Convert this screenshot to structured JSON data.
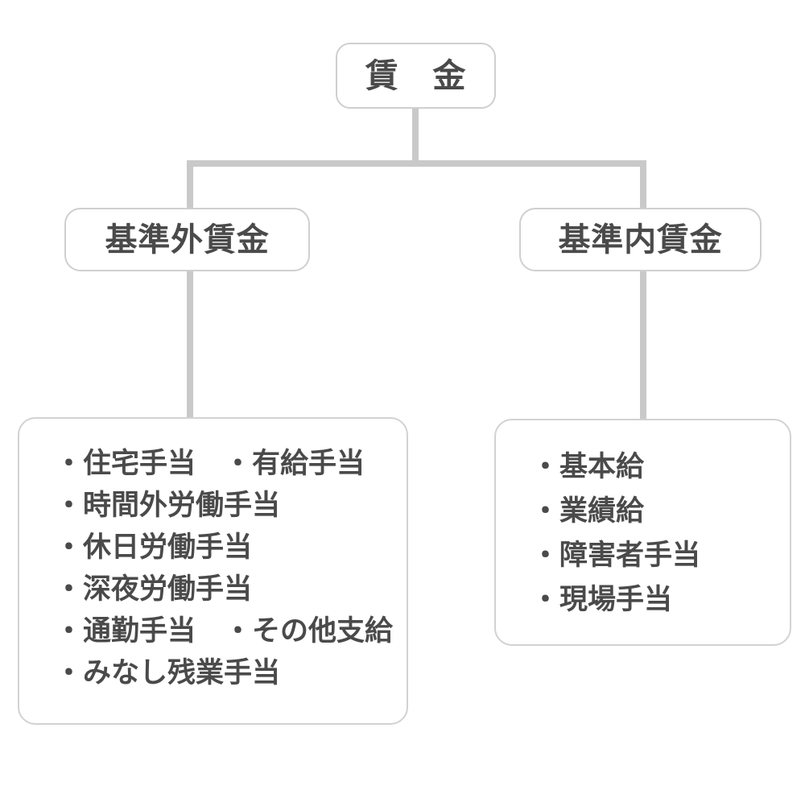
{
  "diagram": {
    "title_node": {
      "label": "賃　金"
    },
    "level2": [
      {
        "id": "non-standard-wage",
        "label": "基準外賃金"
      },
      {
        "id": "standard-wage",
        "label": "基準内賃金"
      }
    ],
    "detail_boxes": [
      {
        "id": "non-standard-wage-items",
        "items": [
          "・住宅手当　・有給手当",
          "・時間外労働手当",
          "・休日労働手当",
          "・深夜労働手当",
          "・通勤手当　・その他支給",
          "・みなし残業手当"
        ]
      },
      {
        "id": "standard-wage-items",
        "items": [
          "・基本給",
          "・業績給",
          "・障害者手当",
          "・現場手当"
        ]
      }
    ],
    "colors": {
      "text": "#4a4a4a",
      "box_border": "#cfcfcf",
      "connector": "#c9c9c9",
      "background": "#ffffff"
    }
  }
}
